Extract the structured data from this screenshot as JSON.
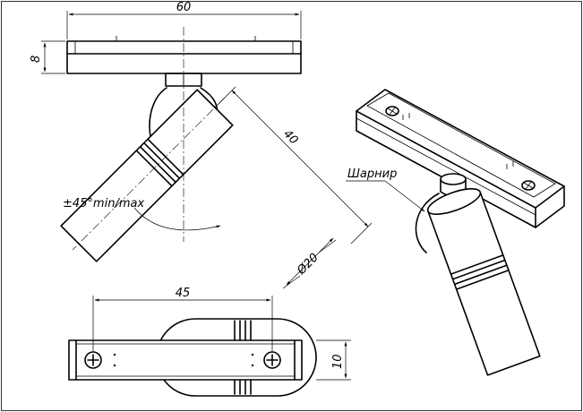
{
  "dimensions": {
    "top_width": "60",
    "top_height": "8",
    "body_length": "40",
    "body_diameter": "Ø20",
    "angle": "±45°min/max",
    "bottom_width": "45",
    "bottom_height": "10"
  },
  "callout": {
    "hinge_label": "Шарнир"
  }
}
